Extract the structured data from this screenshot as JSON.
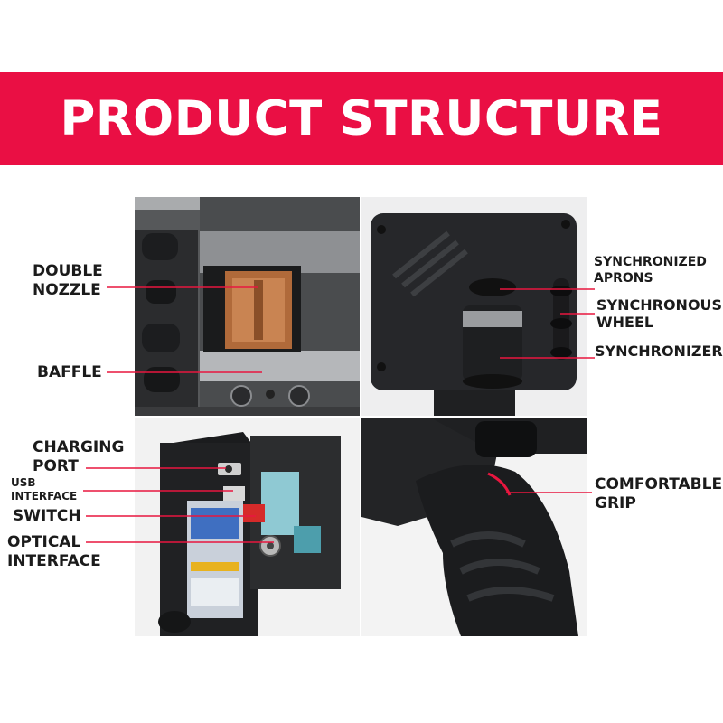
{
  "banner": {
    "title": "PRODUCT STRUCTURE"
  },
  "colors": {
    "banner": "#ea0f44",
    "callout_line": "#e8163f",
    "label_text": "#1b1b1b"
  },
  "callouts": {
    "double_nozzle": "DOUBLE\nNOZZLE",
    "baffle": "BAFFLE",
    "synchronized_aprons": "SYNCHRONIZED\nAPRONS",
    "synchronous_wheel": "SYNCHRONOUS\nWHEEL",
    "synchronizer": "SYNCHRONIZER",
    "charging_port": "CHARGING\nPORT",
    "usb_interface": "USB\nINTERFACE",
    "switch": "SWITCH",
    "optical_interface": "OPTICAL\nINTERFACE",
    "comfortable_grip": "COMFORTABLE\nGRIP"
  },
  "panels": {
    "nozzle": {
      "icon": "nozzle-closeup-photo"
    },
    "synchronizer": {
      "icon": "synchronizer-wheel-photo"
    },
    "ports": {
      "icon": "ports-side-photo"
    },
    "grip": {
      "icon": "handle-grip-photo"
    }
  }
}
